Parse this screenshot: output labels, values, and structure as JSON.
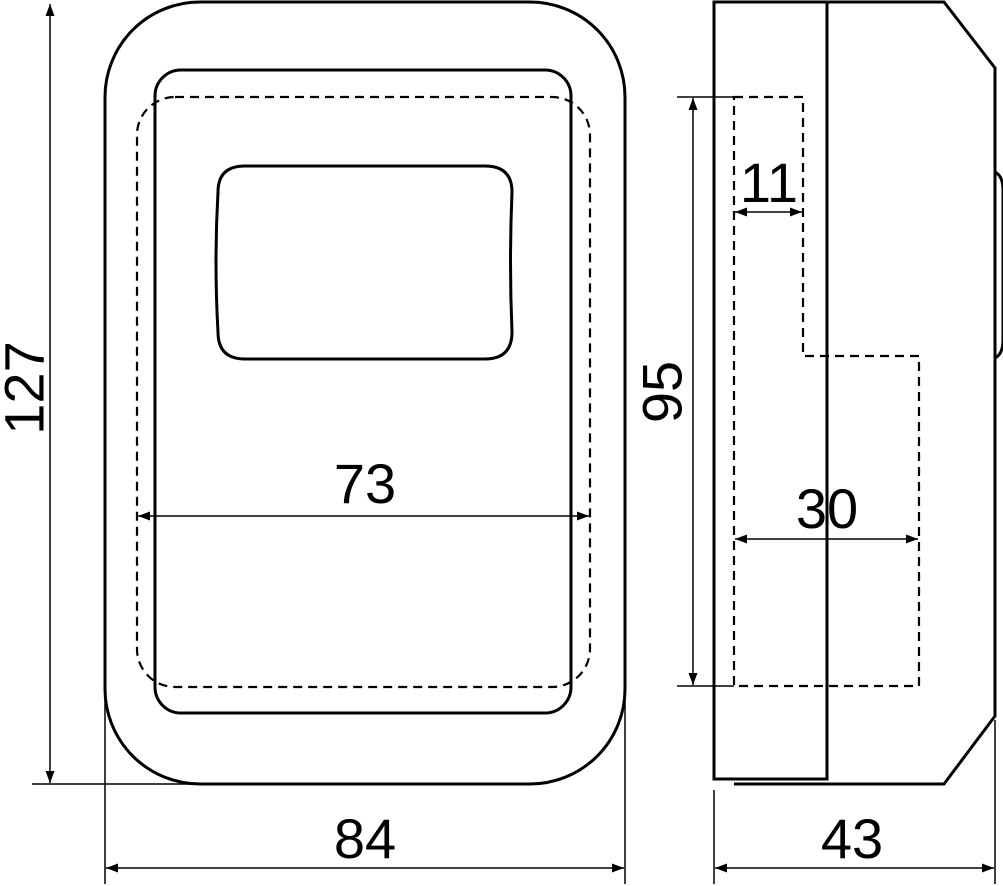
{
  "drawing": {
    "front_view": {
      "height_label": "127",
      "width_label": "84",
      "inner_width_label": "73"
    },
    "side_view": {
      "height_label": "95",
      "depth_label": "43",
      "inner_depth_label": "30",
      "wall_label": "11"
    }
  }
}
